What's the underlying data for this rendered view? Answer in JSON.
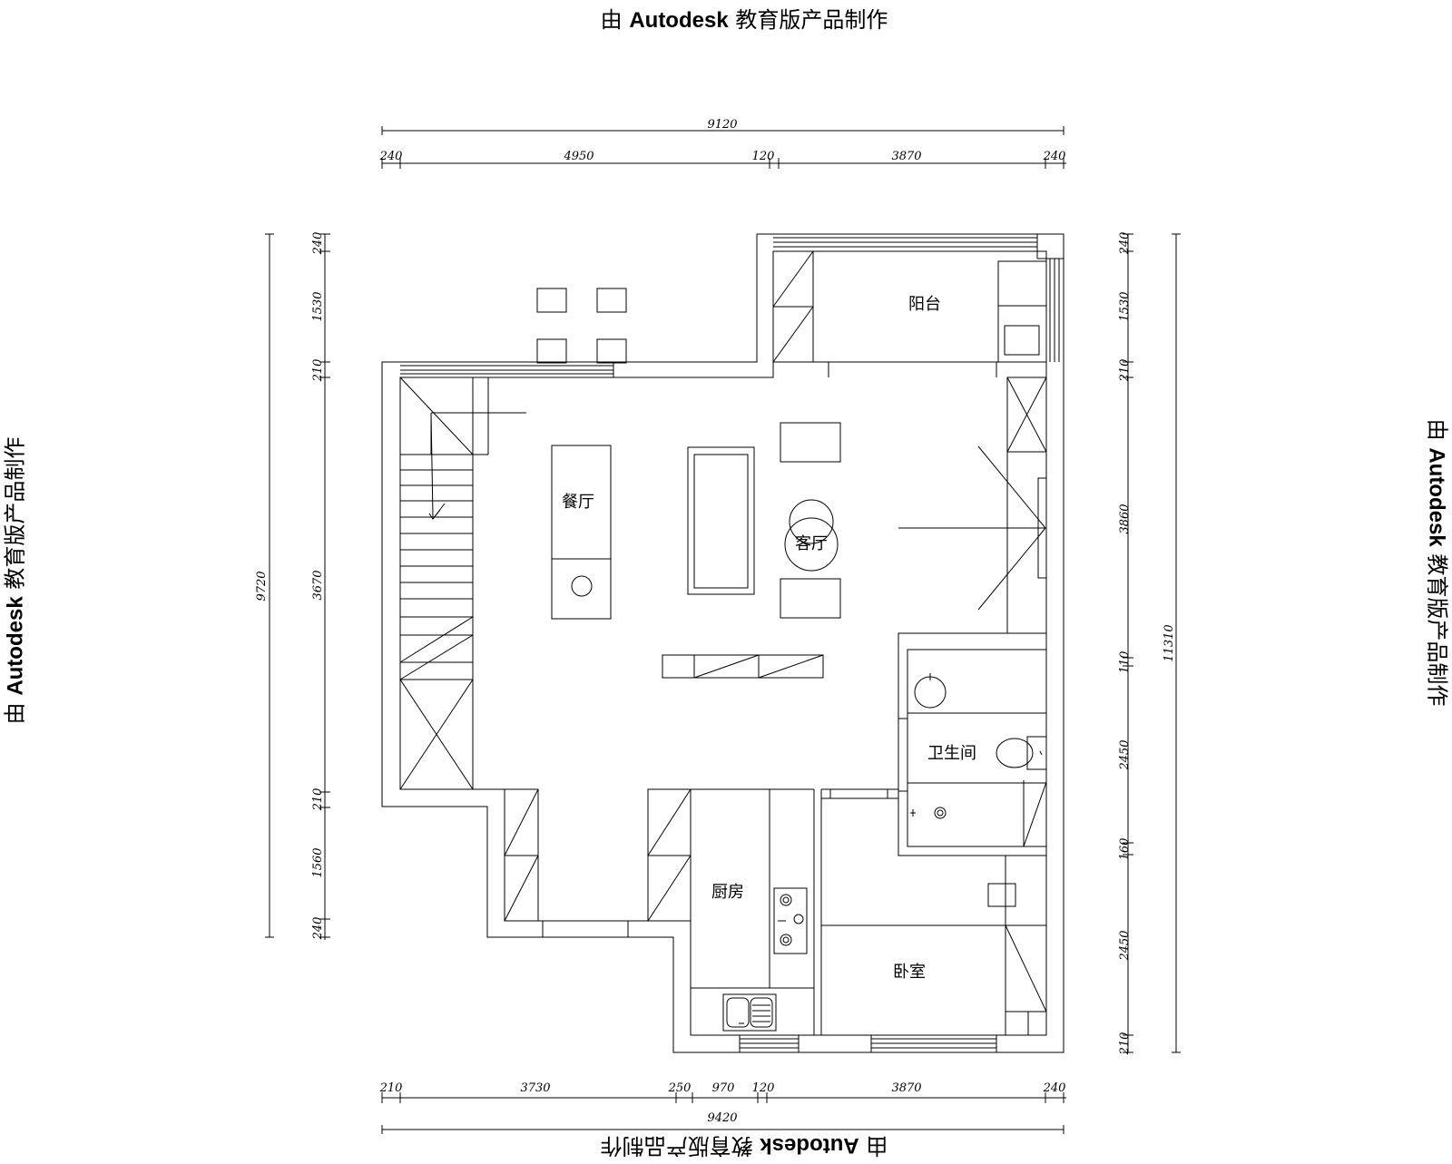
{
  "watermark": {
    "prefix": "由",
    "brand": "Autodesk",
    "suffix": "教育版产品制作"
  },
  "rooms": {
    "balcony": "阳台",
    "dining": "餐厅",
    "living": "客厅",
    "bathroom": "卫生间",
    "kitchen": "厨房",
    "bedroom": "卧室"
  },
  "dimensions": {
    "top_total": "9120",
    "top_segments": [
      "240",
      "4950",
      "120",
      "3870",
      "240"
    ],
    "bottom_total": "9420",
    "bottom_segments": [
      "210",
      "3730",
      "250",
      "970",
      "120",
      "3870",
      "240"
    ],
    "left_total": "9720",
    "left_segments": [
      "240",
      "1530",
      "210",
      "3670",
      "210",
      "1560",
      "240"
    ],
    "right_total": "11310",
    "right_segments": [
      "240",
      "1530",
      "210",
      "3860",
      "110",
      "2450",
      "160",
      "2450",
      "210"
    ]
  }
}
